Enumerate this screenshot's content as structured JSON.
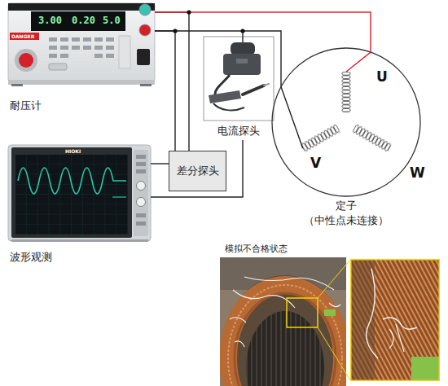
{
  "diagram": {
    "nodes": [
      {
        "text": [
          "耐压计"
        ]
      },
      {
        "text": [
          "电流探头"
        ]
      },
      {
        "text": [
          "差分探头"
        ]
      },
      {
        "text": [
          "波形观测"
        ]
      },
      {
        "text": [
          "定子 （中性点未连接）"
        ]
      },
      {
        "text": [
          "模拟不合格状态"
        ]
      }
    ],
    "edges": [
      {
        "from": 0,
        "to": 2,
        "arrow": "none"
      },
      {
        "from": 0,
        "to": 2,
        "arrow": "none"
      },
      {
        "from": 0,
        "to": 4,
        "arrow": "none"
      },
      {
        "from": 0,
        "to": 4,
        "arrow": "none"
      },
      {
        "from": 2,
        "to": 3,
        "arrow": "none"
      },
      {
        "from": 1,
        "to": 3,
        "arrow": "none"
      }
    ],
    "labels": [
      "3.00",
      "0.20",
      "5.0",
      "DANGER",
      "HIOKI",
      "U",
      "V",
      "W"
    ]
  }
}
